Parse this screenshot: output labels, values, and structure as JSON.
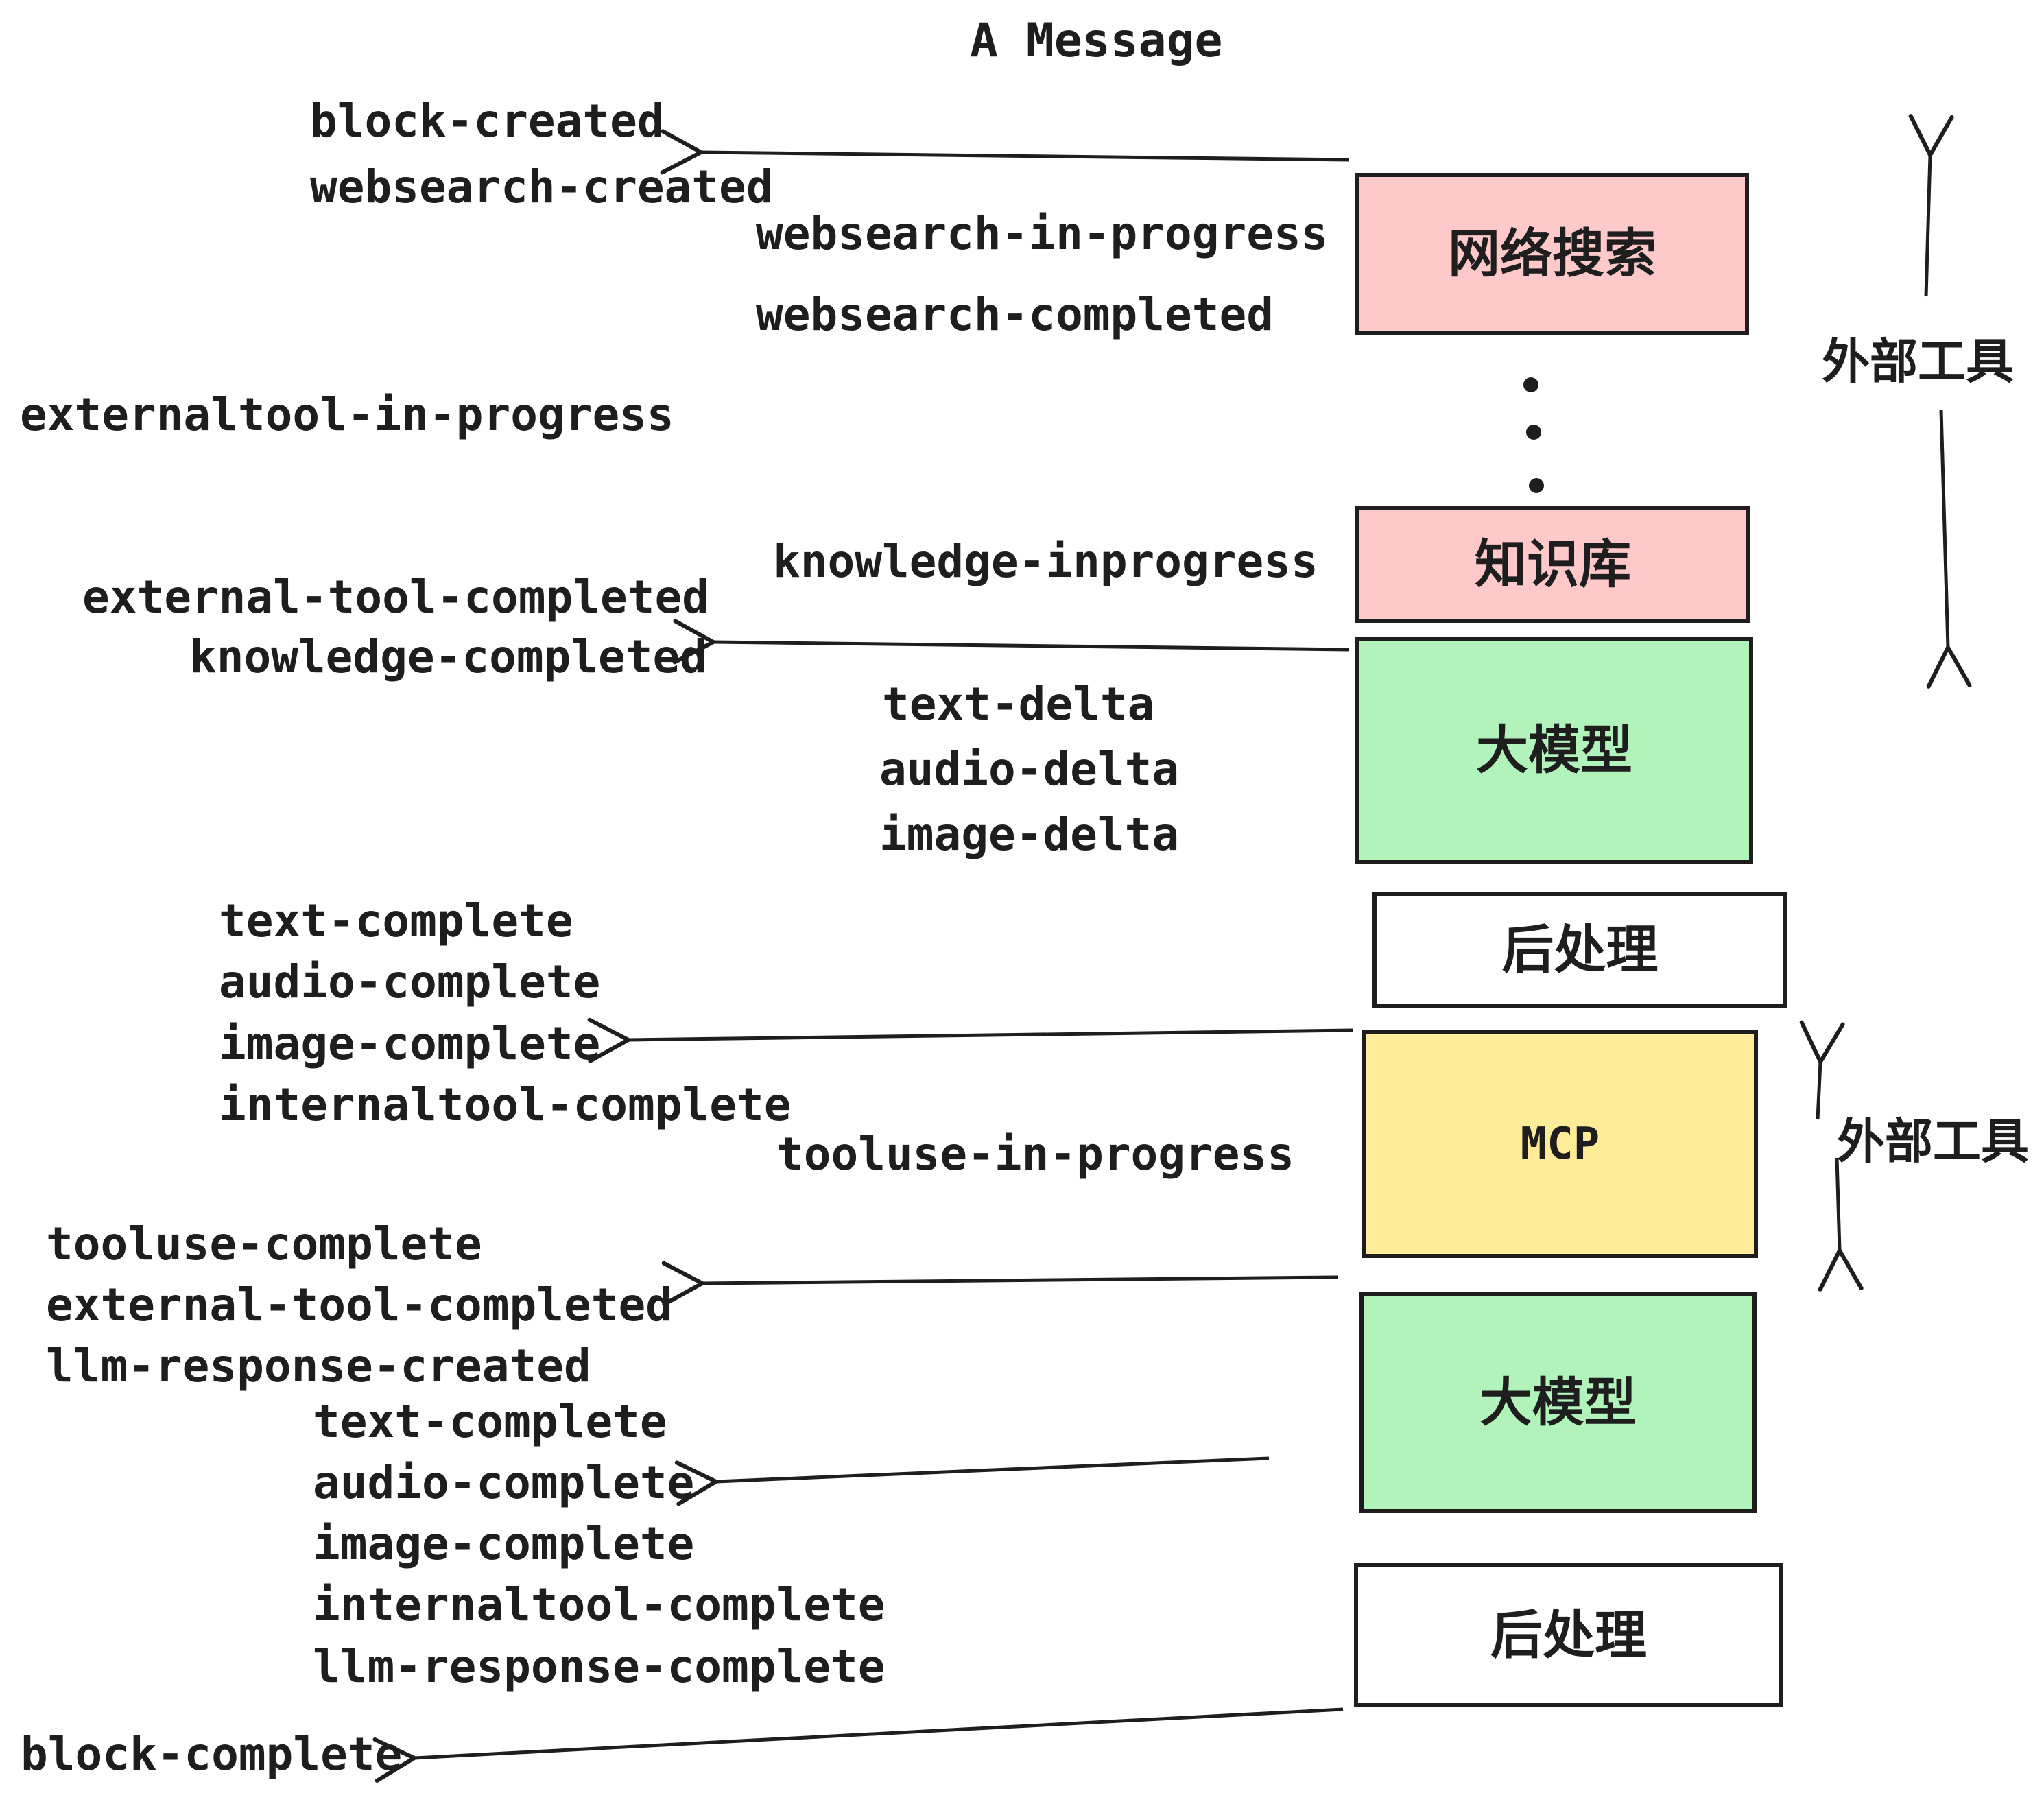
{
  "title": "A Message",
  "events": [
    {
      "text": "block-created"
    },
    {
      "text": "websearch-created"
    },
    {
      "text": "websearch-in-progress"
    },
    {
      "text": "websearch-completed"
    },
    {
      "text": "externaltool-in-progress"
    },
    {
      "text": "knowledge-inprogress"
    },
    {
      "text": "external-tool-completed"
    },
    {
      "text": "knowledge-completed"
    },
    {
      "text": "text-delta"
    },
    {
      "text": "audio-delta"
    },
    {
      "text": "image-delta"
    },
    {
      "text": "text-complete"
    },
    {
      "text": "audio-complete"
    },
    {
      "text": "image-complete"
    },
    {
      "text": "internaltool-complete"
    },
    {
      "text": "tooluse-in-progress"
    },
    {
      "text": "tooluse-complete"
    },
    {
      "text": "external-tool-completed"
    },
    {
      "text": "llm-response-created"
    },
    {
      "text": "text-complete"
    },
    {
      "text": "audio-complete"
    },
    {
      "text": "image-complete"
    },
    {
      "text": "internaltool-complete"
    },
    {
      "text": "llm-response-complete"
    },
    {
      "text": "block-complete"
    }
  ],
  "boxes": [
    {
      "id": "websearch",
      "label": "网络搜索",
      "fill": "pink"
    },
    {
      "id": "knowledge",
      "label": "知识库",
      "fill": "pink"
    },
    {
      "id": "llm-1",
      "label": "大模型",
      "fill": "green"
    },
    {
      "id": "post-1",
      "label": "后处理",
      "fill": "white"
    },
    {
      "id": "mcp",
      "label": "MCP",
      "fill": "yellow"
    },
    {
      "id": "llm-2",
      "label": "大模型",
      "fill": "green"
    },
    {
      "id": "post-2",
      "label": "后处理",
      "fill": "white"
    }
  ],
  "side_annotations": [
    {
      "label": "外部工具"
    },
    {
      "label": "外部工具"
    }
  ],
  "colors": {
    "pink": "#ffc9c9",
    "green": "#b2f2bb",
    "yellow": "#ffec99",
    "white": "#ffffff",
    "ink": "#1e1e1e"
  }
}
